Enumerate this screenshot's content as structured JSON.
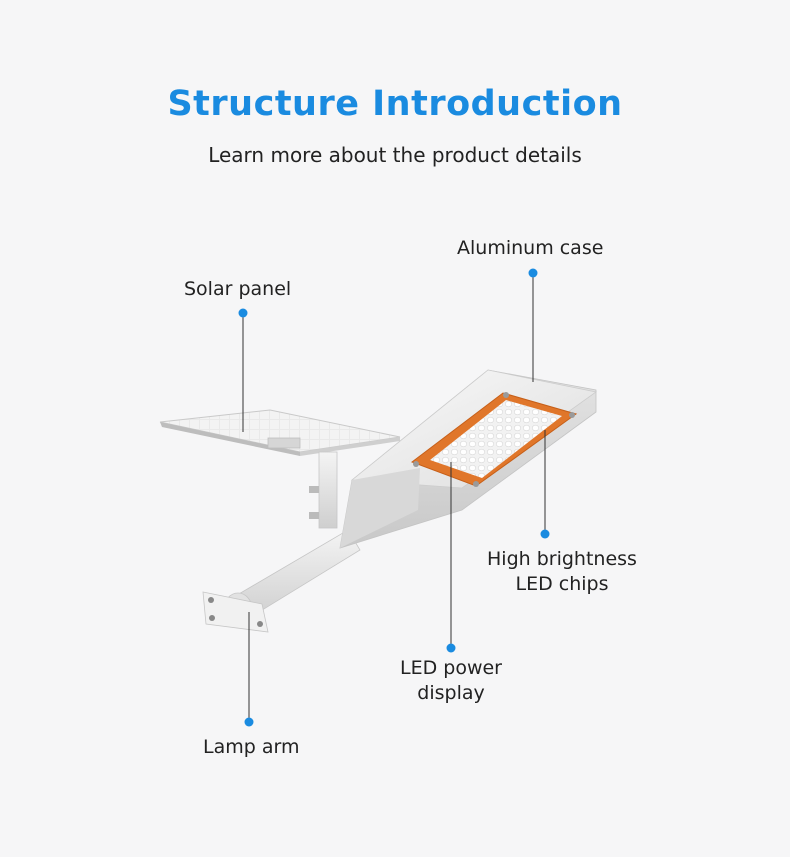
{
  "header": {
    "title": "Structure Introduction",
    "subtitle": "Learn more about the product details"
  },
  "callouts": {
    "solar_panel": "Solar panel",
    "aluminum_case": "Aluminum case",
    "led_chips_line1": "High brightness",
    "led_chips_line2": "LED chips",
    "power_display_line1": "LED power",
    "power_display_line2": "display",
    "lamp_arm": "Lamp arm"
  },
  "colors": {
    "accent": "#1a8be0",
    "pointer_dot": "#1a8be0",
    "led_board": "#e0762a"
  }
}
